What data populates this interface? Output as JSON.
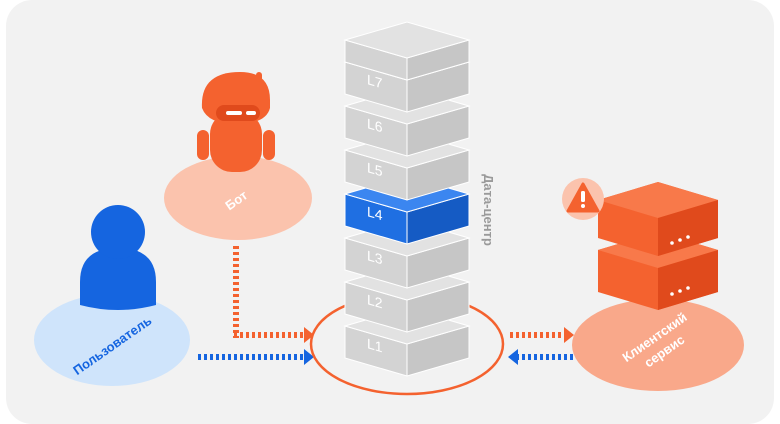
{
  "labels": {
    "user": "Пользователь",
    "bot": "Бот",
    "client_line1": "Клиентский",
    "client_line2": "сервис",
    "datacenter": "Дата-центр"
  },
  "layers": [
    {
      "id": "l7",
      "label": "L7",
      "active": false
    },
    {
      "id": "l6",
      "label": "L6",
      "active": false
    },
    {
      "id": "l5",
      "label": "L5",
      "active": false
    },
    {
      "id": "l4",
      "label": "L4",
      "active": true
    },
    {
      "id": "l3",
      "label": "L3",
      "active": false
    },
    {
      "id": "l2",
      "label": "L2",
      "active": false
    },
    {
      "id": "l1",
      "label": "L1",
      "active": false
    }
  ],
  "colors": {
    "background": "#f2f2f2",
    "accent_orange": "#f4622f",
    "accent_blue": "#1565e0",
    "peach": "#fbc3ad",
    "light_blue": "#cfe4fb",
    "layer_gray": "#d3d3d3",
    "layer_gray_top": "#e2e2e2",
    "layer_blue": "#1f6fe2"
  },
  "icons": {
    "user": "person-icon",
    "bot": "robot-icon",
    "server": "server-icon",
    "warning": "warning-icon"
  }
}
